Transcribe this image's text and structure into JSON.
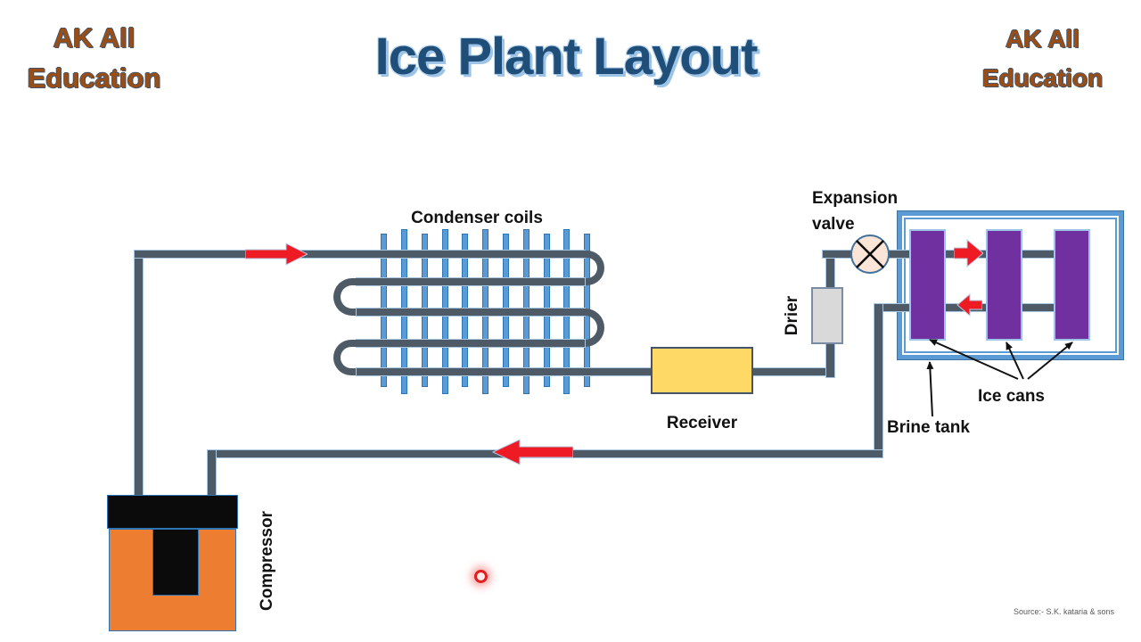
{
  "header": {
    "logo_left_line1": "AK All",
    "logo_left_line2": "Education",
    "logo_right_line1": "AK All",
    "logo_right_line2": "Education",
    "title": "Ice Plant Layout"
  },
  "diagram": {
    "condenser_label": "Condenser coils",
    "expansion_valve_label_line1": "Expansion",
    "expansion_valve_label_line2": "valve",
    "drier_label": "Drier",
    "receiver_label": "Receiver",
    "brine_tank_label": "Brine tank",
    "ice_cans_label": "Ice cans",
    "compressor_label": "Compressor",
    "condenser_fin_count": 11,
    "condenser_coil_rows": 5,
    "ice_can_count": 3,
    "flow_direction": {
      "discharge_line_top": "right",
      "suction_return_line": "left",
      "tank_upper_pipe": "right",
      "tank_lower_pipe": "left"
    }
  },
  "footer": {
    "source": "Source:- S.K. kataria & sons"
  },
  "colors": {
    "pipe": "#4e5a66",
    "pipe_edge": "#a9c7e1",
    "condenser_fin": "#5b9bd5",
    "fin_border": "#2e75b6",
    "tank_border": "#5b9bd5",
    "ice_can": "#7030a0",
    "receiver_fill": "#ffd966",
    "drier_fill": "#d9d9d9",
    "expansion_valve_fill": "#fbe5d6",
    "flow_arrow_red": "#ee1b24",
    "compressor_body": "#ed7d31",
    "compressor_black": "#0b0b0b",
    "title_blue": "#1f4e79",
    "title_outline": "#9dc3e6",
    "logo_brown": "#9a4e15"
  }
}
